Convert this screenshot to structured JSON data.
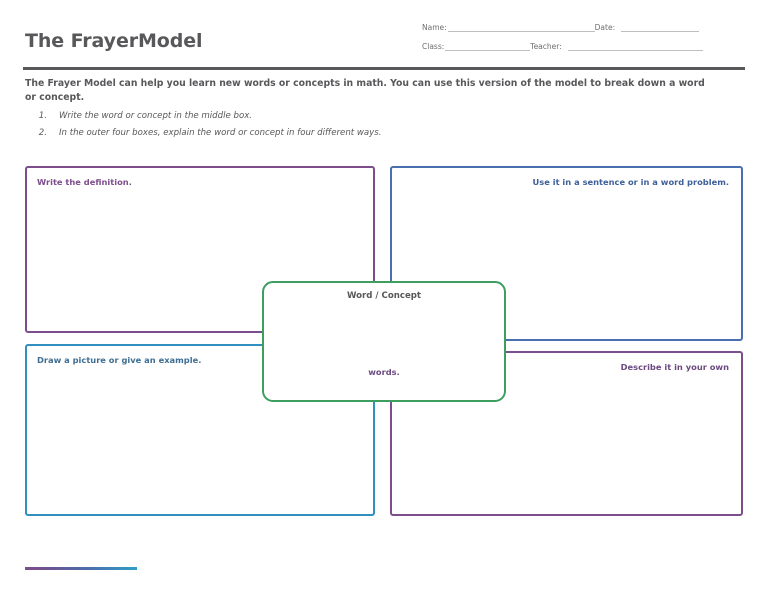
{
  "document": {
    "title": "The FrayerModel"
  },
  "header": {
    "fields": [
      {
        "label": "Name:",
        "value": ""
      },
      {
        "label": "Date:",
        "value": ""
      },
      {
        "label": "Class:",
        "value": ""
      },
      {
        "label": "Teacher:",
        "value": ""
      }
    ]
  },
  "intro": {
    "paragraph": "The Frayer  Model can help you learn new words or concepts in math.  You can use this version of the model to break down a word or concept.",
    "steps": [
      {
        "number": "1.",
        "text": "Write the word or concept in the middle box."
      },
      {
        "number": "2.",
        "text": "In the outer four boxes, explain the word or concept in four different ways."
      }
    ]
  },
  "diagram": {
    "center": {
      "title": "Word / Concept",
      "overflow_text": "words.",
      "color": "#3d9e5f"
    },
    "quadrants": [
      {
        "id": "definition",
        "label": "Write the definition.",
        "align": "left",
        "color": "#7d4e8c",
        "text_color": "#7d4e8c"
      },
      {
        "id": "sentence",
        "label": "Use it in a sentence or in a word problem.",
        "align": "right",
        "color": "#4a6fae",
        "text_color": "#3e5f99"
      },
      {
        "id": "picture",
        "label": "Draw a picture or give an example.",
        "align": "left",
        "color": "#3190c0",
        "text_color": "#3e6e93"
      },
      {
        "id": "describe",
        "label": "Describe it in your own",
        "align": "right",
        "color": "#7d4e8c",
        "text_color": "#6c4a80"
      }
    ]
  },
  "footer": {
    "accent_from": "#7d4e8c",
    "accent_to": "#2f9fc4"
  }
}
